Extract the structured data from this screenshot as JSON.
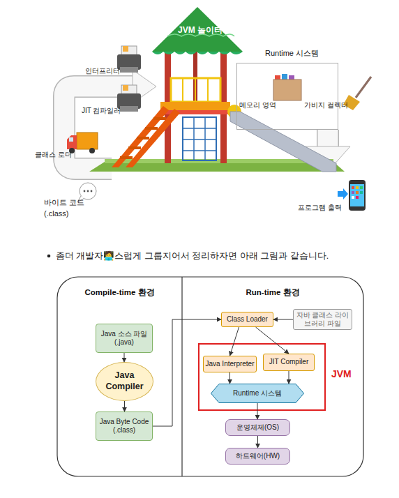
{
  "diagram": {
    "nodes": [
      {
        "text": [
          "Runtime 시스템",
          "메모리 영역",
          "가비지 컬렉터"
        ]
      },
      {
        "text": [
          "Compile-time 환경"
        ]
      },
      {
        "text": [
          "Java 소스 파일 (.java)"
        ],
        "in": 1
      },
      {
        "text": [
          "Java Compiler"
        ],
        "in": 1
      },
      {
        "text": [
          "Java Byte Code (.class)"
        ],
        "in": 1
      },
      {
        "text": [
          "Run-time 환경"
        ]
      },
      {
        "text": [
          "Class Loader"
        ],
        "in": 5
      },
      {
        "text": [
          "자바 클래스 라이브러리 파일"
        ],
        "in": 5
      },
      {
        "text": [
          "JVM"
        ],
        "in": 5
      },
      {
        "text": [
          "Java Interpreter"
        ],
        "in": 8
      },
      {
        "text": [
          "JIT Compiler"
        ],
        "in": 8
      },
      {
        "text": [
          "Runtime 시스템"
        ],
        "in": 8
      },
      {
        "text": [
          "운영체제(OS)"
        ],
        "in": 5
      },
      {
        "text": [
          "하드웨어(HW)"
        ],
        "in": 5
      }
    ],
    "edges": [
      {
        "from": 2,
        "to": 3,
        "arrow": "to"
      },
      {
        "from": 3,
        "to": 4,
        "arrow": "to"
      },
      {
        "from": 4,
        "to": 6,
        "arrow": "to"
      },
      {
        "from": 7,
        "to": 6,
        "arrow": "to"
      },
      {
        "from": 6,
        "to": 9,
        "arrow": "to"
      },
      {
        "from": 6,
        "to": 10,
        "arrow": "to"
      },
      {
        "from": 9,
        "to": 11,
        "arrow": "to"
      },
      {
        "from": 10,
        "to": 11,
        "arrow": "to"
      },
      {
        "from": 11,
        "to": 12,
        "arrow": "to"
      },
      {
        "from": 12,
        "to": 13,
        "arrow": "to"
      }
    ],
    "labels": [
      "JVM 놀이터",
      "인터프리터",
      "JIT 컴파일러",
      "클래스 로더",
      "바이트 코드",
      "(.class)",
      "프로그램 출력",
      "좀더 개발자🧑‍💻스럽게 그룹지어서 정리하자면 아래 그림과 같습니다."
    ]
  }
}
